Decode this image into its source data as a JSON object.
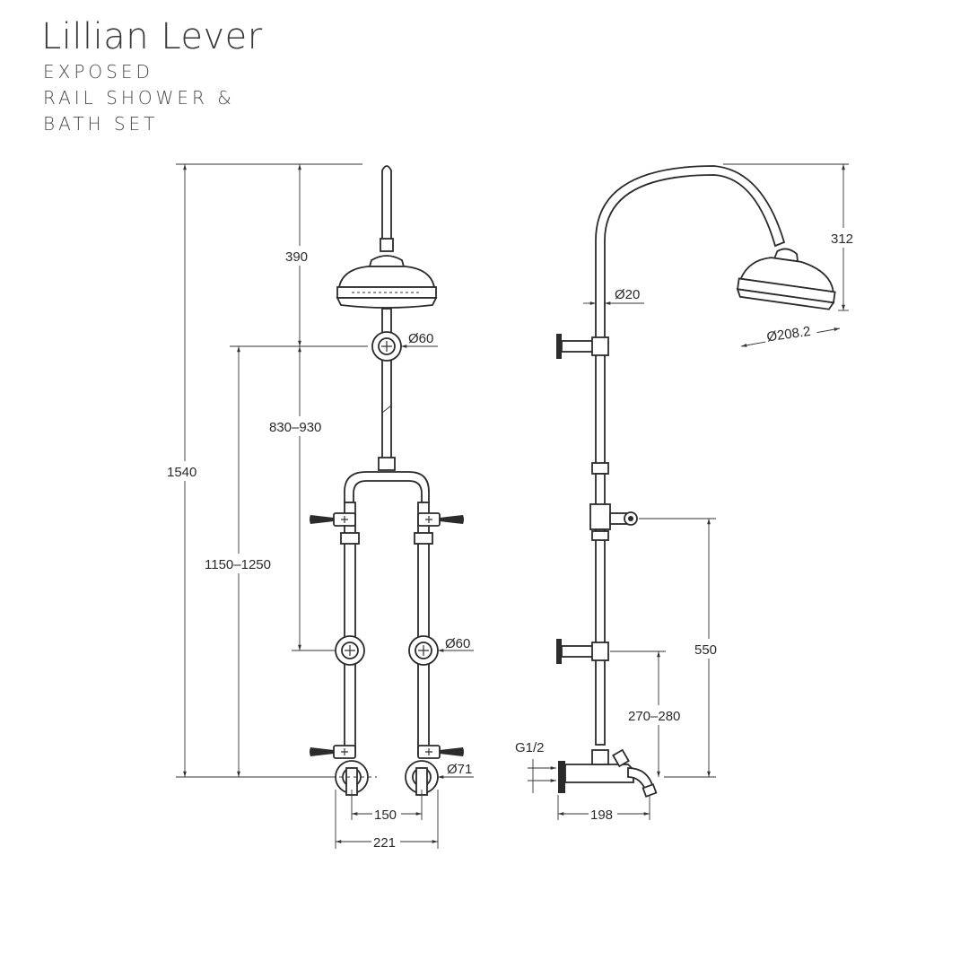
{
  "header": {
    "title": "Lillian Lever",
    "subtitle_lines": [
      "EXPOSED",
      "RAIL SHOWER &",
      "BATH SET"
    ]
  },
  "dimensions": {
    "overall_height": "1540",
    "head_drop": "390",
    "rail_range": "830–930",
    "outlet_range": "1150–1250",
    "flange_top_dia": "Ø60",
    "flange_mid_dia": "Ø60",
    "base_flange_dia": "Ø71",
    "centres": "150",
    "overall_width": "221",
    "arm_height": "312",
    "rail_dia": "Ø20",
    "head_dia": "Ø208.2",
    "diverter_height": "550",
    "bracket_range": "270–280",
    "thread": "G1/2",
    "spout_projection": "198"
  },
  "colors": {
    "line": "#2b2b2b",
    "text": "#2a2a2a",
    "background": "#ffffff"
  }
}
